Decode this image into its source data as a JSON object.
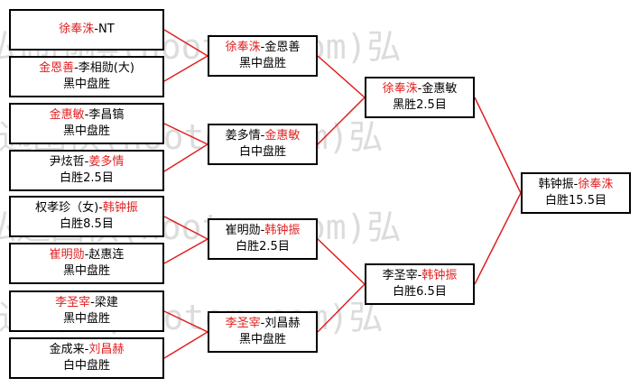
{
  "colors": {
    "winner": "#e02020",
    "text": "#000000",
    "line": "#e02020",
    "watermark": "#dcdcdc"
  },
  "watermark": "弘通围棋(hootom.com)弘",
  "matches": [
    {
      "id": "r1m1",
      "p1": "徐奉洙",
      "p2": "NT",
      "winner": 1,
      "result": ""
    },
    {
      "id": "r1m2",
      "p1": "金恩善",
      "p2": "李相勋(大)",
      "winner": 1,
      "result": "黑中盘胜"
    },
    {
      "id": "r1m3",
      "p1": "金惠敏",
      "p2": "李昌镐",
      "winner": 1,
      "result": "黑中盘胜"
    },
    {
      "id": "r1m4",
      "p1": "尹炫哲",
      "p2": "姜多情",
      "winner": 2,
      "result": "白胜2.5目"
    },
    {
      "id": "r1m5",
      "p1": "权孝珍（女)",
      "p2": "韩钟振",
      "winner": 2,
      "result": "白胜8.5目"
    },
    {
      "id": "r1m6",
      "p1": "崔明勋",
      "p2": "赵惠连",
      "winner": 1,
      "result": "黑中盘胜"
    },
    {
      "id": "r1m7",
      "p1": "李圣宰",
      "p2": "梁建",
      "winner": 1,
      "result": "黑中盘胜"
    },
    {
      "id": "r1m8",
      "p1": "金成来",
      "p2": "刘昌赫",
      "winner": 2,
      "result": "白中盘胜"
    },
    {
      "id": "r2m1",
      "p1": "徐奉洙",
      "p2": "金恩善",
      "winner": 1,
      "result": "黑中盘胜"
    },
    {
      "id": "r2m2",
      "p1": "姜多情",
      "p2": "金惠敏",
      "winner": 2,
      "result": "白中盘胜"
    },
    {
      "id": "r2m3",
      "p1": "崔明勋",
      "p2": "韩钟振",
      "winner": 2,
      "result": "白胜2.5目"
    },
    {
      "id": "r2m4",
      "p1": "李圣宰",
      "p2": "刘昌赫",
      "winner": 1,
      "result": "黑中盘胜"
    },
    {
      "id": "r3m1",
      "p1": "徐奉洙",
      "p2": "金惠敏",
      "winner": 1,
      "result": "黑胜2.5目"
    },
    {
      "id": "r3m2",
      "p1": "李圣宰",
      "p2": "韩钟振",
      "winner": 2,
      "result": "白胜6.5目"
    },
    {
      "id": "final",
      "p1": "韩钟振",
      "p2": "徐奉洙",
      "winner": 2,
      "result": "白胜15.5目"
    }
  ]
}
